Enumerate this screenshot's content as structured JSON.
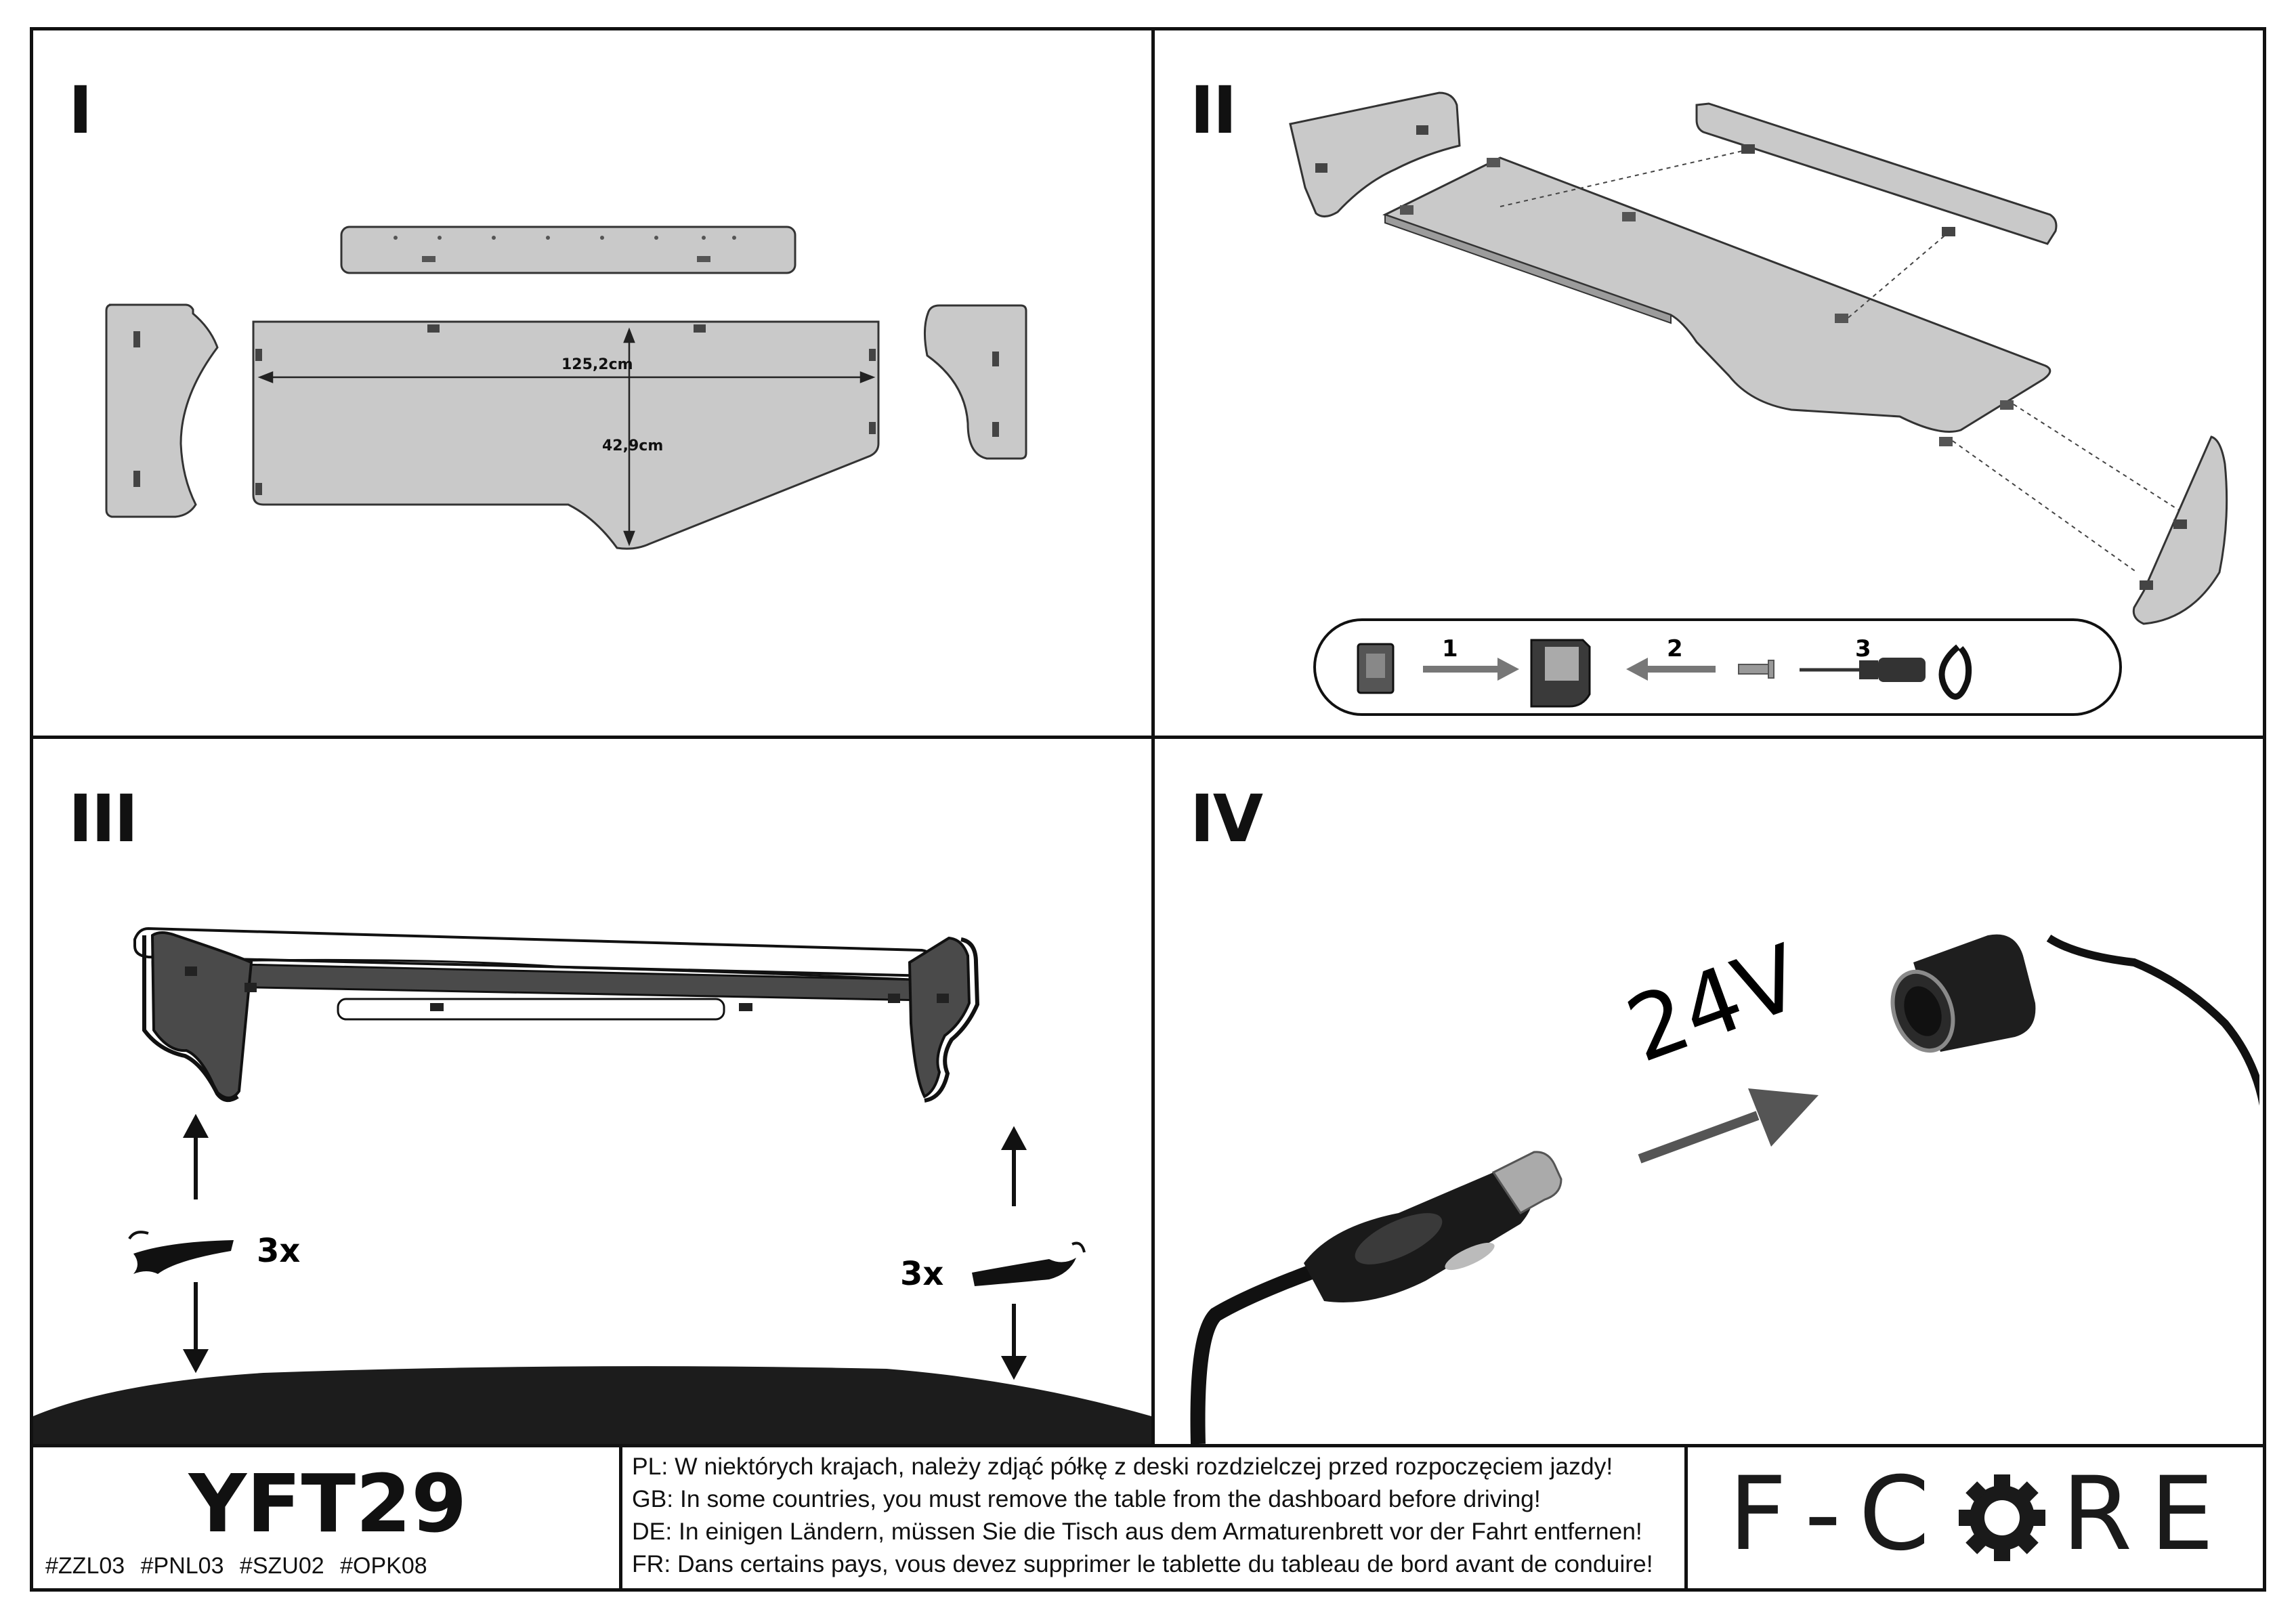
{
  "panels": {
    "p1": {
      "label": "I",
      "length": "125,2cm",
      "depth": "42,9cm"
    },
    "p2": {
      "label": "II",
      "steps": [
        "1",
        "2",
        "3"
      ]
    },
    "p3": {
      "label": "III",
      "count_left": "3x",
      "count_right": "3x"
    },
    "p4": {
      "label": "IV",
      "voltage": "24V"
    }
  },
  "footer": {
    "model": "YFT29",
    "codes": "#ZZL03  #PNL03  #SZU02  #OPK08",
    "warnings": [
      "PL: W niektórych krajach, należy zdjąć półkę z deski rozdzielczej przed rozpoczęciem jazdy!",
      "GB: In some countries, you must remove the table from the dashboard before driving!",
      "DE: In einigen Ländern, müssen Sie die Tisch aus dem Armaturenbrett vor der Fahrt entfernen!",
      "FR: Dans certains pays, vous devez supprimer le tablette du tableau de bord avant de conduire!"
    ],
    "brand": {
      "left": "F-C",
      "right": "RE"
    }
  }
}
